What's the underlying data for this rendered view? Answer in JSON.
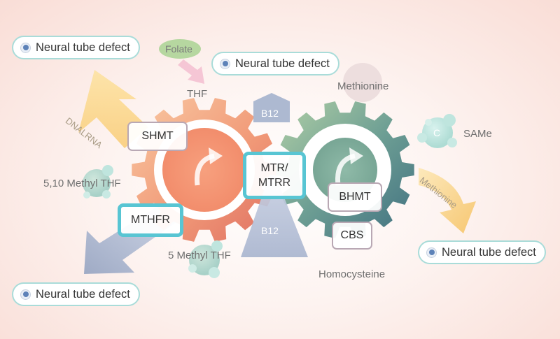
{
  "labels": {
    "folate": "Folate",
    "thf": "THF",
    "methionine_top": "Methionine",
    "same": "SAMe",
    "c_label": "C",
    "methyl_5_10": "5,10 Methyl THF",
    "methyl_5": "5 Methyl THF",
    "homocysteine": "Homocysteine",
    "b12_top": "B12",
    "b12_bottom": "B12",
    "dnarna": "DNALRNA",
    "methionine_arrow": "Methionine"
  },
  "enzymes": {
    "shmt": "SHMT",
    "mthfr": "MTHFR",
    "mtr_line1": "MTR/",
    "mtr_line2": "MTRR",
    "bhmt": "BHMT",
    "cbs": "CBS"
  },
  "outcomes": {
    "top_left": "Neural tube defect",
    "top_center": "Neural tube defect",
    "bottom_left": "Neural tube defect",
    "right": "Neural tube defect"
  },
  "colors": {
    "left_gear": "#f2a07c",
    "right_gear": "#5f8e8a",
    "enzyme_highlight": "#58c5d3",
    "outcome_border": "#a9dcd9"
  }
}
